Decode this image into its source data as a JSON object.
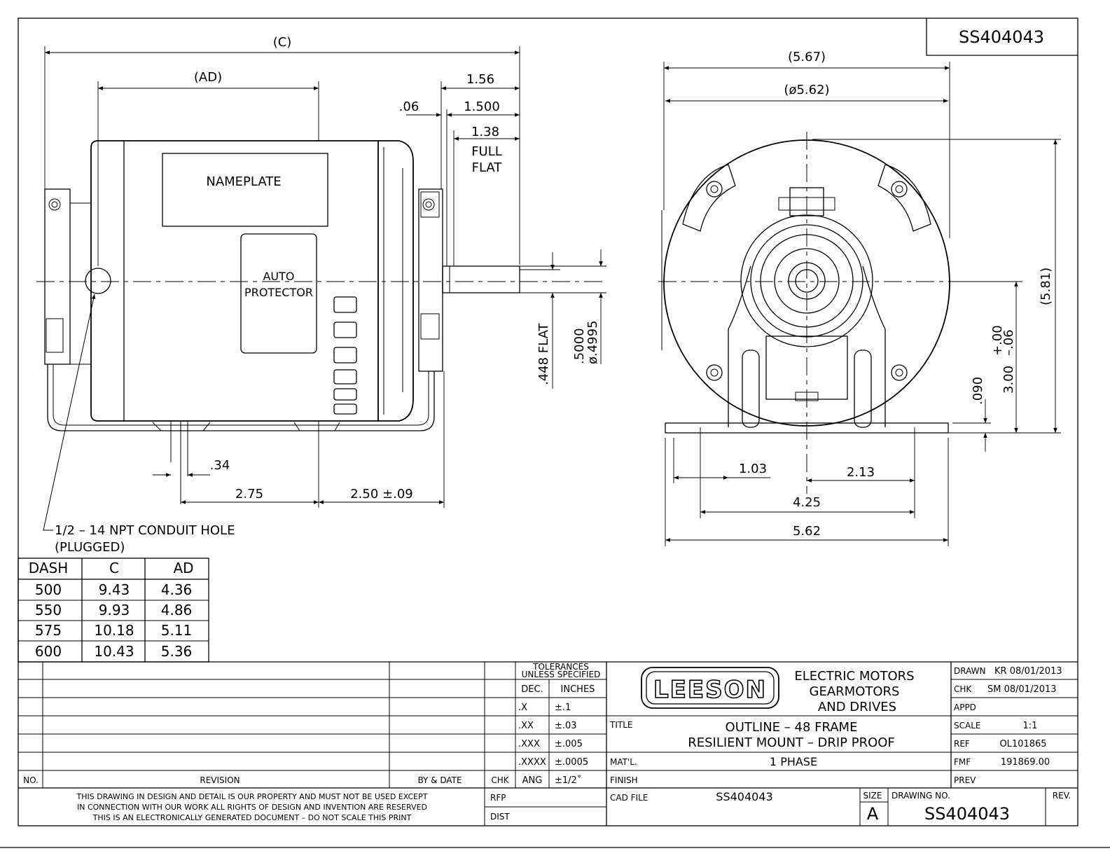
{
  "drawing": {
    "corner_number": "SS404043",
    "side_view": {
      "dim_c": "(C)",
      "dim_ad": "(AD)",
      "dim_156": "1.56",
      "dim_06": ".06",
      "dim_1500": "1.500",
      "dim_138": "1.38",
      "full": "FULL",
      "flat": "FLAT",
      "nameplate": "NAMEPLATE",
      "auto": "AUTO",
      "protector": "PROTECTOR",
      "dim_448": ".448 FLAT",
      "dim_5000": ".5000",
      "dim_4995": "ø.4995",
      "dim_34": ".34",
      "dim_275": "2.75",
      "dim_250": "2.50 ±.09",
      "conduit_1": "1/2 – 14 NPT CONDUIT HOLE",
      "conduit_2": "(PLUGGED)"
    },
    "end_view": {
      "dim_567": "(5.67)",
      "dim_562d": "(ø5.62)",
      "dim_581": "(5.81)",
      "dim_300": "3.00",
      "tol_plus": "+.00",
      "tol_minus": "–.06",
      "dim_090": ".090",
      "dim_103": "1.03",
      "dim_213": "2.13",
      "dim_425": "4.25",
      "dim_562": "5.62"
    },
    "dash_table": {
      "headers": [
        "DASH",
        "C",
        "AD"
      ],
      "rows": [
        [
          "500",
          "9.43",
          "4.36"
        ],
        [
          "550",
          "9.93",
          "4.86"
        ],
        [
          "575",
          "10.18",
          "5.11"
        ],
        [
          "600",
          "10.43",
          "5.36"
        ]
      ]
    },
    "title_block": {
      "no_label": "NO.",
      "revision_label": "REVISION",
      "by_date_label": "BY & DATE",
      "chk_label": "CHK",
      "tolerances_1": "TOLERANCES",
      "tolerances_2": "UNLESS SPECIFIED",
      "tol_rows": [
        [
          ".X",
          "±.1"
        ],
        [
          ".XX",
          "±.03"
        ],
        [
          ".XXX",
          "±.005"
        ],
        [
          ".XXXX",
          "±.0005"
        ]
      ],
      "dec_label": "DEC.",
      "inches_label": "INCHES",
      "ang_label": "ANG",
      "ang_value": "±1/2˚",
      "logo_text": "LEESON",
      "company_1": "ELECTRIC MOTORS",
      "company_2": "GEARMOTORS",
      "company_3": "AND DRIVES",
      "title_label": "TITLE",
      "title_1": "OUTLINE – 48 FRAME",
      "title_2": "RESILIENT MOUNT – DRIP PROOF",
      "matl_label": "MAT'L.",
      "matl_value": "1 PHASE",
      "finish_label": "FINISH",
      "cad_label": "CAD FILE",
      "cad_value": "SS404043",
      "rfp_label": "RFP",
      "dist_label": "DIST",
      "size_label": "SIZE",
      "size_value": "A",
      "drawing_no_label": "DRAWING NO.",
      "drawing_no_value": "SS404043",
      "rev_label": "REV.",
      "drawn_label": "DRAWN",
      "drawn_value": "KR 08/01/2013",
      "chk_right_label": "CHK",
      "chk_right_value": "SM 08/01/2013",
      "appd_label": "APPD",
      "scale_label": "SCALE",
      "scale_value": "1:1",
      "ref_label": "REF",
      "ref_value": "OL101865",
      "fmf_label": "FMF",
      "fmf_value": "191869.00",
      "prev_label": "PREV",
      "notice_1": "THIS DRAWING IN DESIGN AND DETAIL IS OUR PROPERTY AND MUST NOT BE USED EXCEPT",
      "notice_2": "IN CONNECTION WITH OUR WORK ALL RIGHTS OF DESIGN AND INVENTION ARE RESERVED",
      "notice_3": "THIS IS AN ELECTRONICALLY GENERATED DOCUMENT – DO NOT SCALE THIS PRINT"
    }
  }
}
